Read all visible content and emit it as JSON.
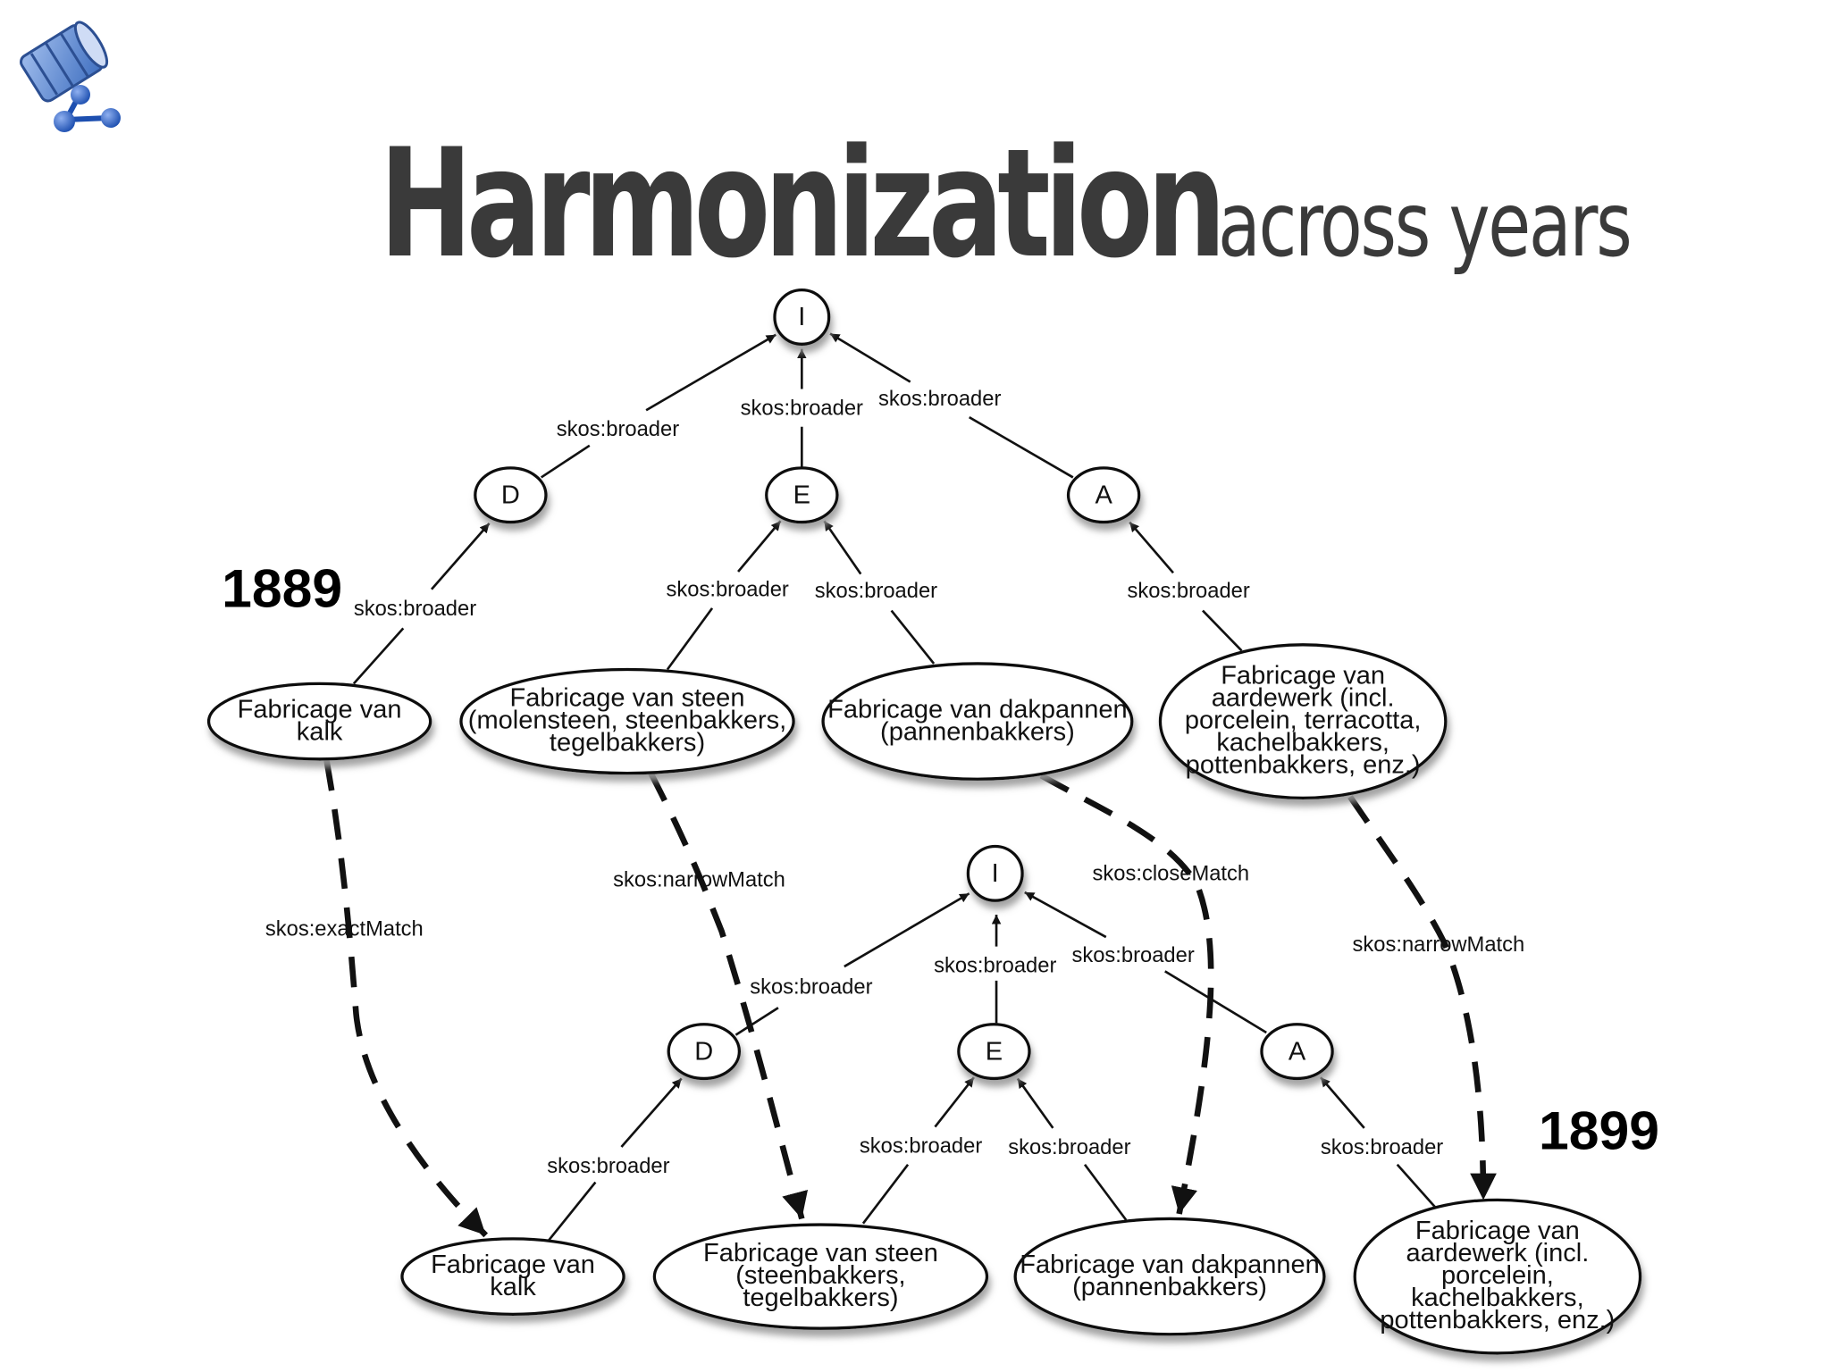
{
  "title": {
    "main": "Harmonization",
    "sub": "across years"
  },
  "logo_icon": "database-graph-icon",
  "colors": {
    "title": "#3a3a3a",
    "logo_blue": "#3f6fc0",
    "logo_drum": "#6f95d8",
    "stroke": "#111111",
    "shadow": "#9a9a9a"
  },
  "years": {
    "y1889": "1889",
    "y1899": "1899"
  },
  "nodes_1889": {
    "I": "I",
    "D": "D",
    "E": "E",
    "A": "A",
    "kalk": [
      "Fabricage van",
      "kalk"
    ],
    "steen": [
      "Fabricage van steen",
      "(molensteen, steenbakkers,",
      "tegelbakkers)"
    ],
    "dakpannen": [
      "Fabricage van dakpannen",
      "(pannenbakkers)"
    ],
    "aardewerk": [
      "Fabricage van",
      "aardewerk (incl.",
      "porcelein, terracotta,",
      "kachelbakkers,",
      "pottenbakkers, enz.)"
    ]
  },
  "nodes_1899": {
    "I": "I",
    "D": "D",
    "E": "E",
    "A": "A",
    "kalk": [
      "Fabricage van",
      "kalk"
    ],
    "steen": [
      "Fabricage van steen",
      "(steenbakkers,",
      "tegelbakkers)"
    ],
    "dakpannen": [
      "Fabricage van dakpannen",
      "(pannenbakkers)"
    ],
    "aardewerk": [
      "Fabricage van",
      "aardewerk (incl.",
      "porcelein,",
      "kachelbakkers,",
      "pottenbakkers, enz.)"
    ]
  },
  "edge_labels": {
    "broader": "skos:broader",
    "exactMatch": "skos:exactMatch",
    "narrowMatch": "skos:narrowMatch",
    "closeMatch": "skos:closeMatch"
  }
}
